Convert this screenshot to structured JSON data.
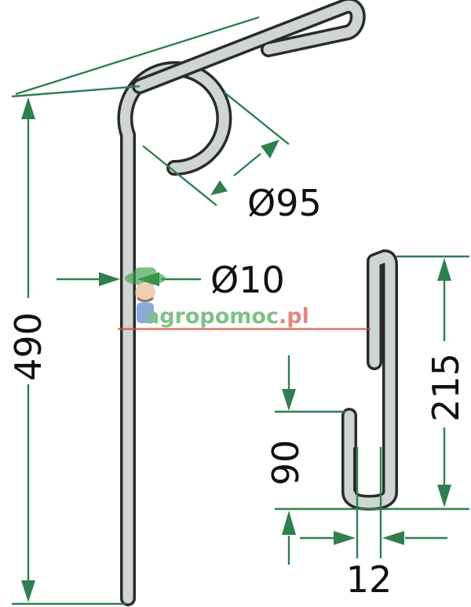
{
  "dimensions": {
    "coil_diameter": "Ø95",
    "wire_diameter": "Ø10",
    "total_length": "490",
    "hook_length": "215",
    "hook_depth": "90",
    "hook_gap": "12"
  },
  "watermark": {
    "text_main": "agropomoc",
    "text_suffix": ".pl",
    "icon": "farmer-mascot-icon"
  },
  "colors": {
    "dimension_line": "#2f7f4f",
    "wire_fill": "#ced5d3",
    "wire_outline": "#2b2b2b",
    "watermark_green": "#3aa04a",
    "watermark_red": "#d24a3a"
  }
}
